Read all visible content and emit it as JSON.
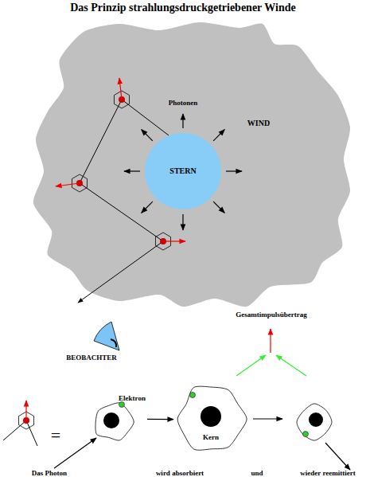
{
  "diagram": {
    "title": "Das Prinzip strahlungsdruckgetriebener Winde",
    "nodes": [
      {
        "text": [
          "WIND"
        ]
      },
      {
        "text": [
          "STERN"
        ],
        "in": 0
      },
      {
        "text": [
          "BEOBACHTER"
        ]
      },
      {
        "text": [
          "Elektron"
        ]
      },
      {
        "text": [
          "Kern"
        ]
      }
    ],
    "edges": [
      {
        "from": 3,
        "to": 4,
        "arrow": "to"
      }
    ],
    "labels": [
      "Photonen",
      "Gesamtimpulsübertrag",
      "=",
      "Das Photon",
      "wird absorbiert",
      "und",
      "wieder reemittiert"
    ]
  }
}
